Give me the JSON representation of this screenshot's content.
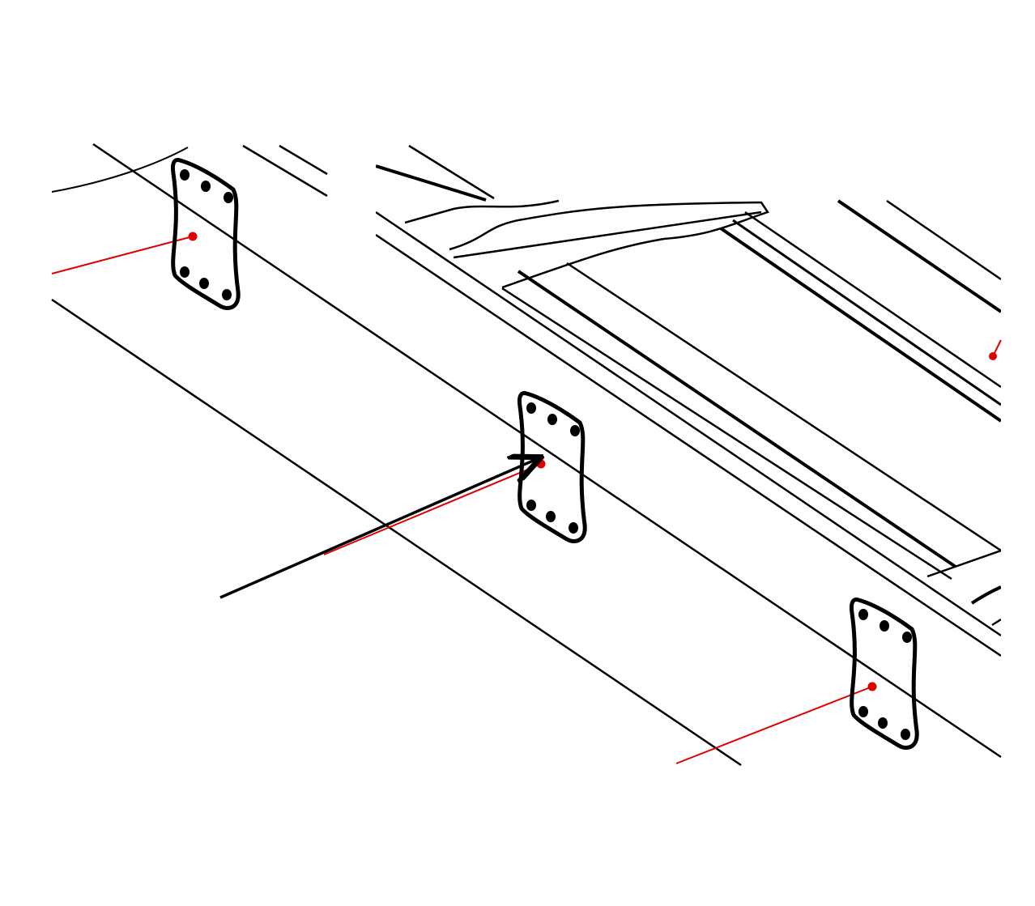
{
  "colors": {
    "line": "#000000",
    "leader": "#e00000",
    "background": "#ffffff"
  },
  "diagram": {
    "plates": [
      {
        "id": "plate-left",
        "bolts": 6
      },
      {
        "id": "plate-center",
        "bolts": 6,
        "highlighted_by_arrow": true
      },
      {
        "id": "plate-right",
        "bolts": 6
      }
    ],
    "arrow_target": "plate-center"
  }
}
